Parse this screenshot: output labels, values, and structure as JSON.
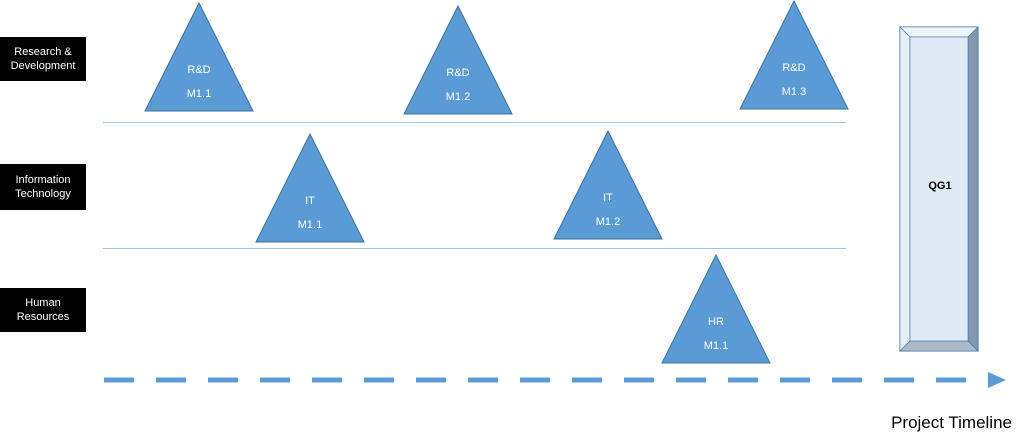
{
  "colors": {
    "accent": "#5B9BD5",
    "accent_dark": "#41719C",
    "lane_label_bg": "#000000",
    "gate_fill": "#DEEBF7",
    "gate_edge": "#8497B0"
  },
  "lanes": [
    {
      "label": "Research &\nDevelopment"
    },
    {
      "label": "Information\nTechnology"
    },
    {
      "label": "Human\nResources"
    }
  ],
  "milestones": [
    {
      "lane": "Research & Development",
      "dept": "R&D",
      "code": "M1.1"
    },
    {
      "lane": "Research & Development",
      "dept": "R&D",
      "code": "M1.2"
    },
    {
      "lane": "Research & Development",
      "dept": "R&D",
      "code": "M1.3"
    },
    {
      "lane": "Information Technology",
      "dept": "IT",
      "code": "M1.1"
    },
    {
      "lane": "Information Technology",
      "dept": "IT",
      "code": "M1.2"
    },
    {
      "lane": "Human Resources",
      "dept": "HR",
      "code": "M1.1"
    }
  ],
  "quality_gate": {
    "label": "QG1"
  },
  "timeline": {
    "label": "Project Timeline",
    "style": "dashed-arrow"
  }
}
